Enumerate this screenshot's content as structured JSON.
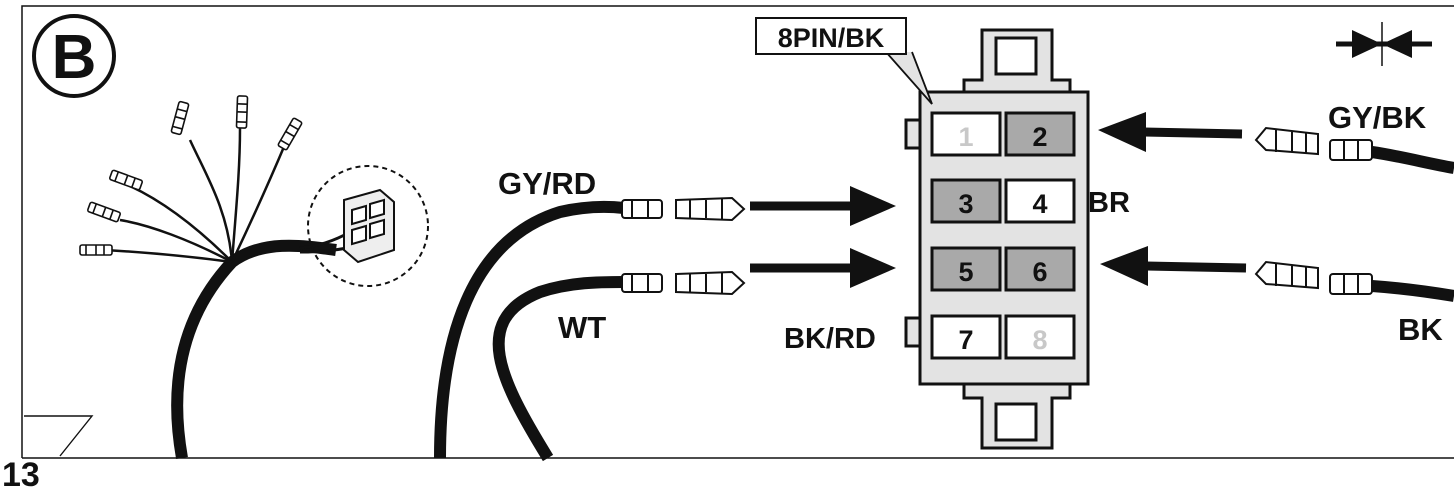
{
  "panel": {
    "badge": "B",
    "page_number": "13"
  },
  "connector": {
    "label": "8PIN/BK",
    "pins": [
      {
        "number": "1",
        "shaded": false,
        "used": false
      },
      {
        "number": "2",
        "shaded": true,
        "used": true
      },
      {
        "number": "3",
        "shaded": true,
        "used": true
      },
      {
        "number": "4",
        "shaded": false,
        "used": true
      },
      {
        "number": "5",
        "shaded": true,
        "used": true
      },
      {
        "number": "6",
        "shaded": true,
        "used": true
      },
      {
        "number": "7",
        "shaded": false,
        "used": true
      },
      {
        "number": "8",
        "shaded": false,
        "used": false
      }
    ]
  },
  "wires": {
    "gy_rd": "GY/RD",
    "wt": "WT",
    "gy_bk": "GY/BK",
    "bk": "BK",
    "br": "BR",
    "bk_rd": "BK/RD"
  },
  "colors": {
    "ink": "#111111",
    "pin_shaded": "#a9a9a9",
    "pin_unused_text": "#c8c8c8",
    "housing": "#e3e3e3",
    "background": "#ffffff"
  }
}
